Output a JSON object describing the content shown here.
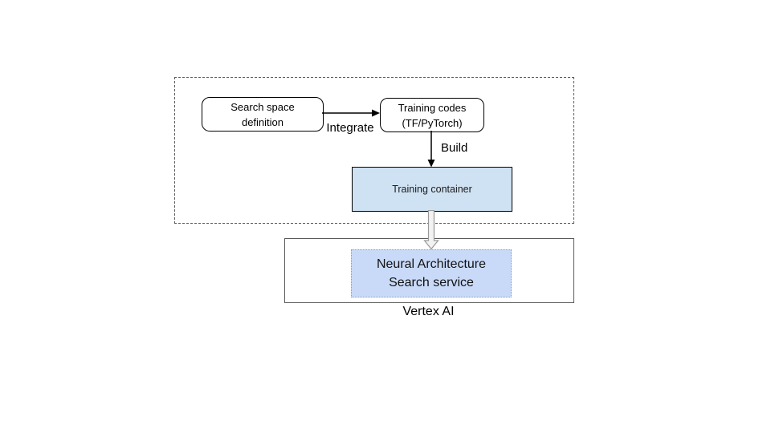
{
  "diagram": {
    "nodes": {
      "search_space": {
        "lines": [
          "Search space",
          "definition"
        ]
      },
      "training_codes": {
        "lines": [
          "Training codes",
          "(TF/PyTorch)"
        ]
      },
      "training_container": {
        "label": "Training container"
      },
      "nas_service": {
        "lines": [
          "Neural Architecture",
          "Search service"
        ]
      }
    },
    "edge_labels": {
      "integrate": "Integrate",
      "build": "Build"
    },
    "containers": {
      "vertex_ai_label": "Vertex AI"
    },
    "colors": {
      "background": "#ffffff",
      "node_border": "#000000",
      "dashed_container_border": "#595959",
      "vertex_container_border": "#595959",
      "training_container_fill": "#cfe2f3",
      "nas_fill": "#c9daf8",
      "nas_border": "#8ba0bd",
      "arrow": "#000000",
      "hollow_arrow_stroke": "#999999",
      "hollow_arrow_fill": "#f2f2f2",
      "text": "#000000"
    }
  }
}
